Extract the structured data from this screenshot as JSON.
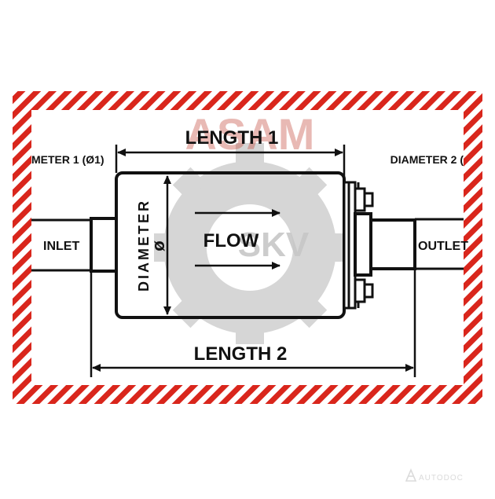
{
  "diagram": {
    "labels": {
      "length1": "LENGTH 1",
      "length2": "LENGTH 2",
      "diameter1": "METER 1 (Ø1)",
      "diameter2": "DIAMETER 2 (",
      "inlet": "INLET",
      "outlet": "OUTLET",
      "flow": "FLOW",
      "diameter_word": "DIAMETER",
      "diameter_symbol": "ø"
    },
    "watermark": {
      "brand_top": "ASAM",
      "brand_mid": "SKV",
      "site": "AUTODOC"
    }
  },
  "colors": {
    "border_stripe": "#d9261c",
    "line": "#111111",
    "watermark_gray": "#cfcfcf",
    "watermark_red": "#c0392b"
  }
}
